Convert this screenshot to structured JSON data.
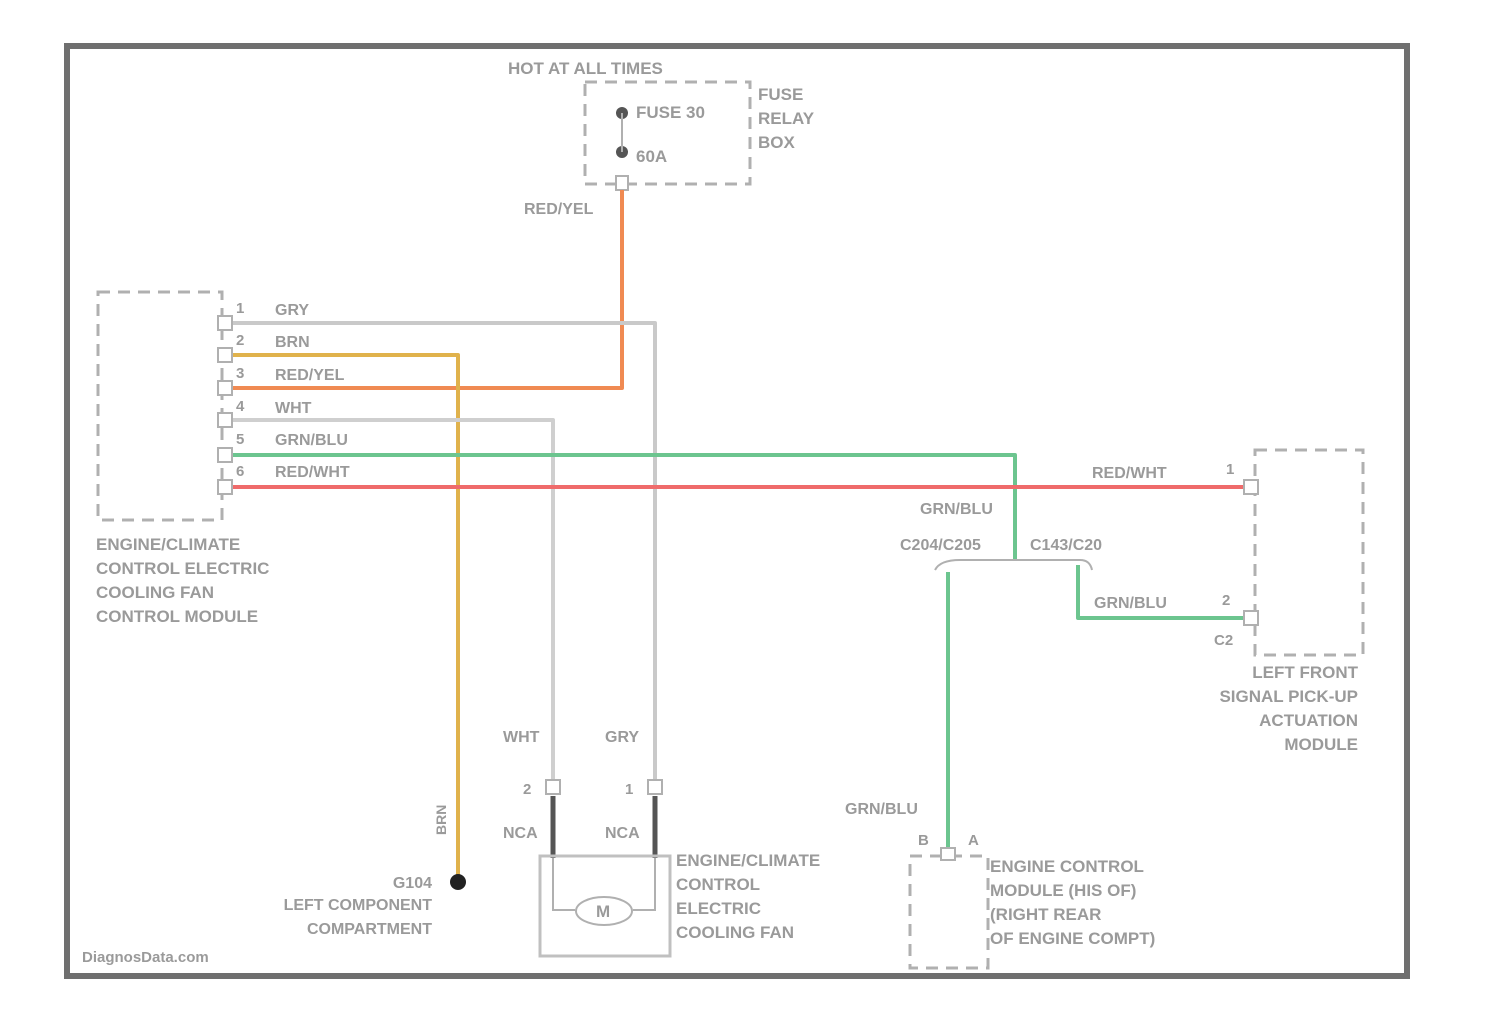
{
  "colors": {
    "red_yel": "#f08a52",
    "red_wht": "#ef6b6b",
    "grn_blu": "#6cc58f",
    "brn": "#e0b24c",
    "gry": "#c9c9c9",
    "wht": "#cfcfcf",
    "frame": "#6f6f6f"
  },
  "fuse_box": {
    "header": "HOT AT ALL TIMES",
    "fuse": "FUSE 30",
    "rating": "60A",
    "name_line1": "FUSE",
    "name_line2": "RELAY",
    "name_line3": "BOX"
  },
  "wire_labels": {
    "red_yel_top": "RED/YEL",
    "pin1": "GRY",
    "pin2": "BRN",
    "pin3": "RED/YEL",
    "pin4": "WHT",
    "pin5": "GRN/BLU",
    "pin6": "RED/WHT",
    "red_wht_right": "RED/WHT",
    "grn_blu_mid": "GRN/BLU",
    "grn_blu_right": "GRN/BLU",
    "grn_blu_bottom": "GRN/BLU",
    "wht_motor": "WHT",
    "gry_motor": "GRY",
    "brn_vertical": "BRN"
  },
  "pin_numbers": {
    "p1": "1",
    "p2": "2",
    "p3": "3",
    "p4": "4",
    "p5": "5",
    "p6": "6",
    "right_1": "1",
    "right_2": "2",
    "right_c": "C2",
    "motor_2": "2",
    "motor_1": "1",
    "ecm_b": "B",
    "ecm_a": "A"
  },
  "connectors": {
    "left": "C204/C205",
    "right": "C143/C20",
    "motor_left": "NCA",
    "motor_right": "NCA",
    "motor_symbol": "M"
  },
  "components": {
    "fan_module": [
      "ENGINE/CLIMATE",
      "CONTROL ELECTRIC",
      "COOLING FAN",
      "CONTROL MODULE"
    ],
    "signal_module": [
      "LEFT FRONT",
      "SIGNAL PICK-UP",
      "ACTUATION",
      "MODULE"
    ],
    "fan_motor": [
      "ENGINE/CLIMATE",
      "CONTROL",
      "ELECTRIC",
      "COOLING FAN"
    ],
    "ecm": [
      "ENGINE CONTROL",
      "MODULE (HIS OF)",
      "(RIGHT REAR",
      "OF ENGINE COMPT)"
    ],
    "ground_id": "G104",
    "ground_location": [
      "LEFT COMPONENT",
      "COMPARTMENT"
    ]
  },
  "watermark": "DiagnosData.com"
}
